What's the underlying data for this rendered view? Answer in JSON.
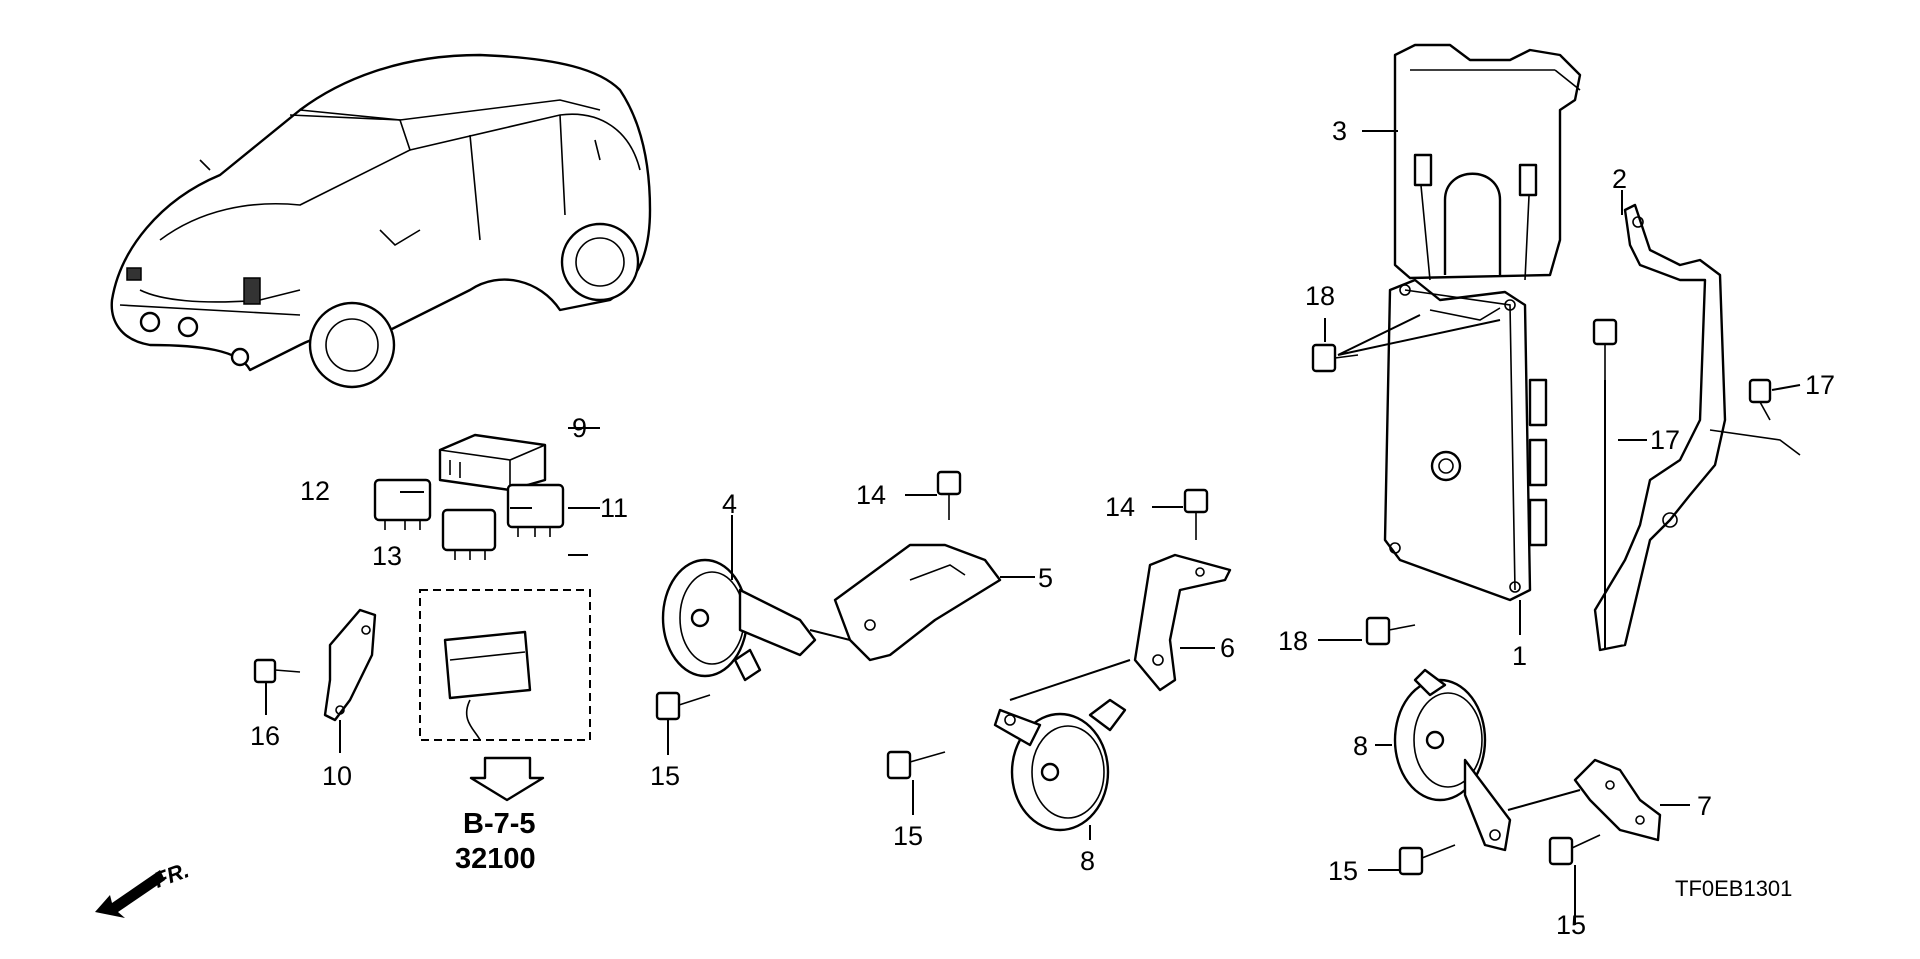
{
  "callouts": {
    "p1": "1",
    "p2": "2",
    "p3": "3",
    "p4": "4",
    "p5": "5",
    "p6": "6",
    "p7": "7",
    "p8a": "8",
    "p8b": "8",
    "p9": "9",
    "p10": "10",
    "p11": "11",
    "p12": "12",
    "p13": "13",
    "p14a": "14",
    "p14b": "14",
    "p15a": "15",
    "p15b": "15",
    "p15c": "15",
    "p15d": "15",
    "p16": "16",
    "p17a": "17",
    "p17b": "17",
    "p18a": "18",
    "p18b": "18"
  },
  "reference": {
    "line1": "B-7-5",
    "line2": "32100"
  },
  "front_marker": "FR.",
  "diagram_code": "TF0EB1301"
}
